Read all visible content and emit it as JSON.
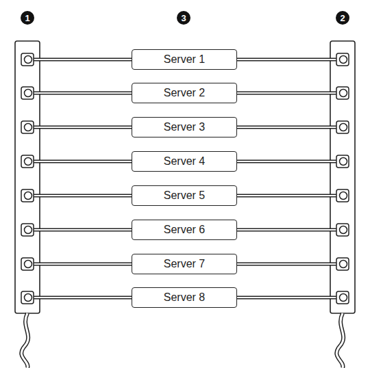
{
  "diagram": {
    "nodes": [
      {
        "text": [
          "Server 1"
        ]
      },
      {
        "text": [
          "Server 2"
        ]
      },
      {
        "text": [
          "Server 3"
        ]
      },
      {
        "text": [
          "Server 4"
        ]
      },
      {
        "text": [
          "Server 5"
        ]
      },
      {
        "text": [
          "Server 6"
        ]
      },
      {
        "text": [
          "Server 7"
        ]
      },
      {
        "text": [
          "Server 8"
        ]
      }
    ],
    "labels": [
      "1",
      "3",
      "2"
    ]
  }
}
